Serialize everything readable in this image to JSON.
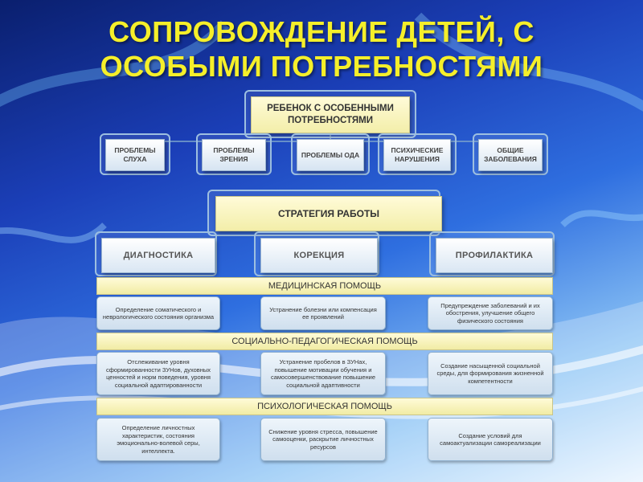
{
  "title_lines": [
    "СОПРОВОЖДЕНИЕ ДЕТЕЙ, С",
    "ОСОБЫМИ ПОТРЕБНОСТЯМИ"
  ],
  "root": "РЕБЕНОК С ОСОБЕННЫМИ ПОТРЕБНОСТЯМИ",
  "problems": [
    "ПРОБЛЕМЫ СЛУХА",
    "ПРОБЛЕМЫ ЗРЕНИЯ",
    "ПРОБЛЕМЫ ОДА",
    "ПСИХИЧЕСКИЕ НАРУШЕНИЯ",
    "ОБЩИЕ ЗАБОЛЕВАНИЯ"
  ],
  "strategy": "СТРАТЕГИЯ РАБОТЫ",
  "approaches": [
    "ДИАГНОСТИКА",
    "КОРЕКЦИЯ",
    "ПРОФИЛАКТИКА"
  ],
  "sections": [
    {
      "heading": "МЕДИЦИНСКАЯ ПОМОЩЬ",
      "cells": [
        "Определение соматического и неврологического состояния организма",
        "Устранение болезни или компенсация ее проявлений",
        "Предупреждение заболеваний и их обострения, улучшение общего физического состояния"
      ]
    },
    {
      "heading": "СОЦИАЛЬНО-ПЕДАГОГИЧЕСКАЯ ПОМОЩЬ",
      "cells": [
        "Отслеживание уровня сформированности ЗУНов, духовных ценностей и норм поведения, уровня социальной адаптированности",
        "Устранение пробелов в ЗУНах, повышение мотивации обучения и самосовершенствование повышение социальной адаптивности",
        "Создание насыщенной социальной среды, для формирования жизненной компетентности"
      ]
    },
    {
      "heading": "ПСИХОЛОГИЧЕСКАЯ ПОМОЩЬ",
      "cells": [
        "Определение личностных характеристик, состояния эмоционально-волевой серы, интеллекта.",
        "Снижение уровня стресса, повышение самооценки, раскрытие личностных ресурсов",
        "Создание условий для самоактуализации самореализации"
      ]
    }
  ]
}
